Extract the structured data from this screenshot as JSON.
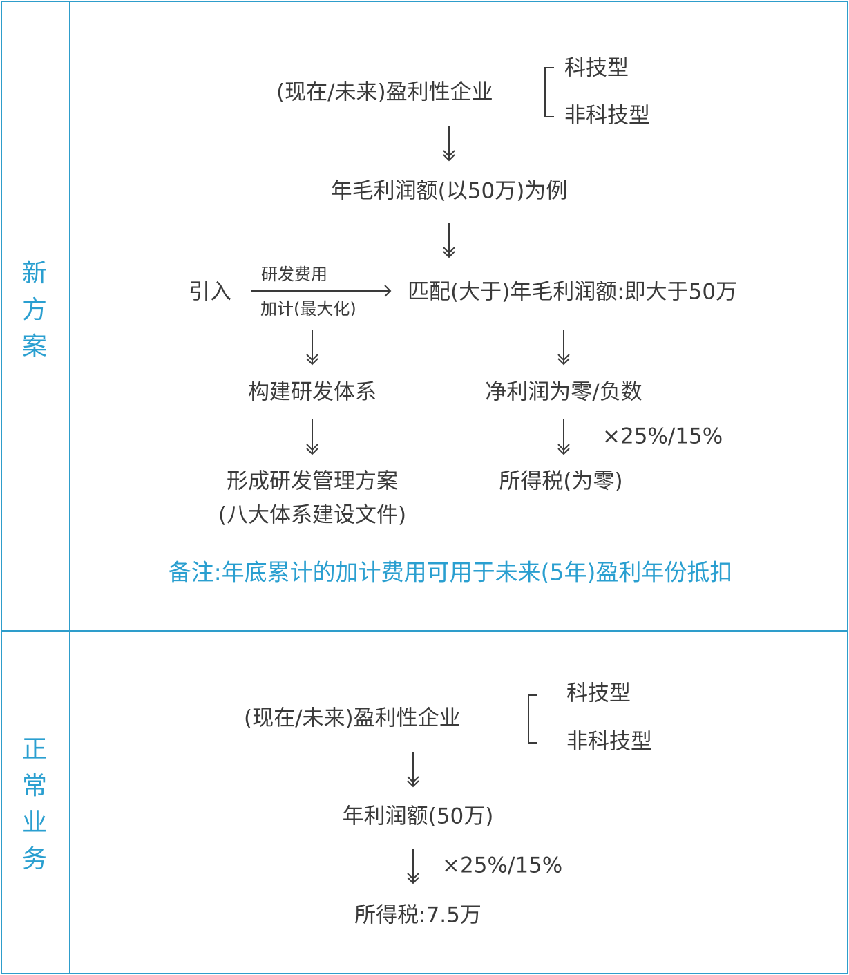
{
  "sections": {
    "new_plan_label": [
      "新",
      "方",
      "案"
    ],
    "normal_label": [
      "正",
      "常",
      "业",
      "务"
    ]
  },
  "new_plan": {
    "company": "(现在/未来)盈利性企业",
    "type_tech": "科技型",
    "type_nontech": "非科技型",
    "gross_profit": "年毛利润额(以50万)为例",
    "introduce": "引入",
    "rd_cost": "研发费用",
    "extra_deduction": "加计(最大化)",
    "match": "匹配(大于)年毛利润额:即大于50万",
    "build_system": "构建研发体系",
    "net_profit": "净利润为零/负数",
    "tax_rate": "×25%/15%",
    "mgmt_plan": "形成研发管理方案",
    "docs": "(八大体系建设文件)",
    "income_tax": "所得税(为零)",
    "note": "备注:年底累计的加计费用可用于未来(5年)盈利年份抵扣"
  },
  "normal": {
    "company": "(现在/未来)盈利性企业",
    "type_tech": "科技型",
    "type_nontech": "非科技型",
    "profit": "年利润额(50万)",
    "tax_rate": "×25%/15%",
    "income_tax": "所得税:7.5万"
  },
  "colors": {
    "accent": "#2e9dcb",
    "text": "#3a3a3a"
  }
}
